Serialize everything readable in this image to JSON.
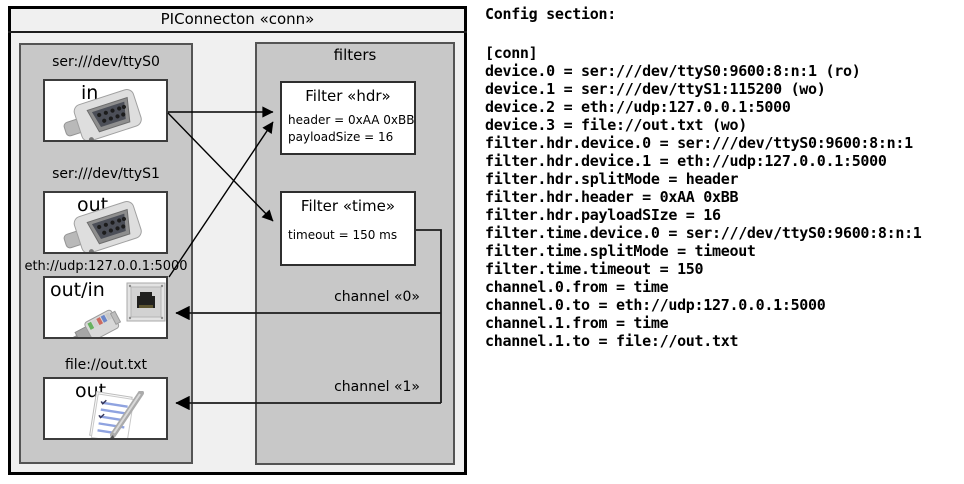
{
  "diagram": {
    "title": "PIConnecton «conn»",
    "devices_group": {
      "devices": [
        {
          "label": "ser:///dev/ttyS0",
          "port": "in",
          "icon": "serial-port-icon"
        },
        {
          "label": "ser:///dev/ttyS1",
          "port": "out",
          "icon": "serial-port-icon"
        },
        {
          "label": "eth://udp:127.0.0.1:5000",
          "port": "out/in",
          "icon": "ethernet-icon"
        },
        {
          "label": "file://out.txt",
          "port": "out",
          "icon": "notepad-icon"
        }
      ]
    },
    "filters_group": {
      "label": "filters",
      "filters": [
        {
          "title": "Filter «hdr»",
          "attributes": [
            "header = 0xAA 0xBB",
            "payloadSize = 16"
          ]
        },
        {
          "title": "Filter «time»",
          "attributes": [
            "timeout = 150 ms"
          ]
        }
      ]
    },
    "channels": [
      {
        "label": "channel «0»"
      },
      {
        "label": "channel «1»"
      }
    ],
    "colors": {
      "frame_fill": "#f0f0f0",
      "group_fill": "#c8c8c8",
      "box_fill": "#ffffff",
      "line": "#000000"
    }
  },
  "config": {
    "heading": "Config section:",
    "lines": [
      "[conn]",
      "device.0 = ser:///dev/ttyS0:9600:8:n:1 (ro)",
      "device.1 = ser:///dev/ttyS1:115200 (wo)",
      "device.2 = eth://udp:127.0.0.1:5000",
      "device.3 = file://out.txt (wo)",
      "filter.hdr.device.0 = ser:///dev/ttyS0:9600:8:n:1",
      "filter.hdr.device.1 = eth://udp:127.0.0.1:5000",
      "filter.hdr.splitMode = header",
      "filter.hdr.header = 0xAA 0xBB",
      "filter.hdr.payloadSIze = 16",
      "filter.time.device.0 = ser:///dev/ttyS0:9600:8:n:1",
      "filter.time.splitMode = timeout",
      "filter.time.timeout = 150",
      "channel.0.from = time",
      "channel.0.to = eth://udp:127.0.0.1:5000",
      "channel.1.from = time",
      "channel.1.to = file://out.txt"
    ]
  }
}
